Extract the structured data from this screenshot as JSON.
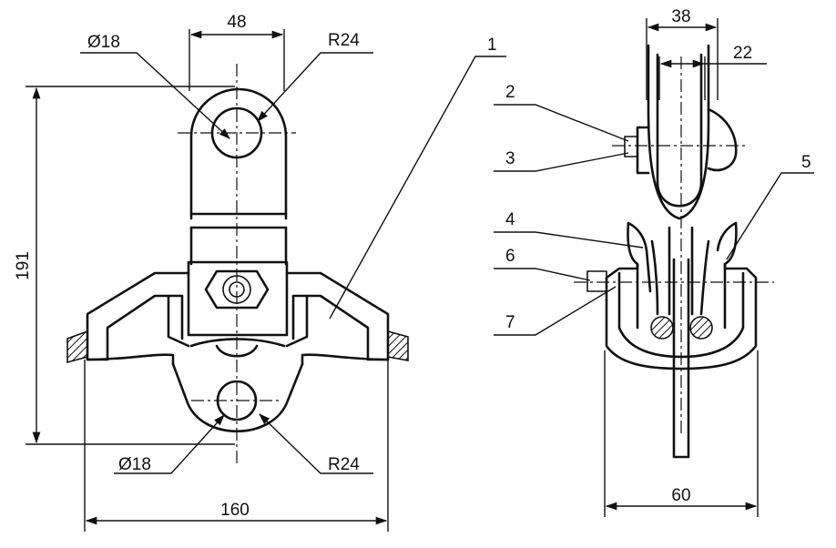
{
  "dimensions": {
    "front_top_width": "48",
    "front_top_hole": "Ø18",
    "front_top_radius": "R24",
    "front_height": "191",
    "front_bottom_hole": "Ø18",
    "front_bottom_radius": "R24",
    "front_width": "160",
    "side_top_width": "38",
    "side_inner_width": "22",
    "side_bottom_width": "60"
  },
  "part_numbers": {
    "p1": "1",
    "p2": "2",
    "p3": "3",
    "p4": "4",
    "p5": "5",
    "p6": "6",
    "p7": "7"
  },
  "colors": {
    "ink": "#111111",
    "paper": "#ffffff"
  }
}
